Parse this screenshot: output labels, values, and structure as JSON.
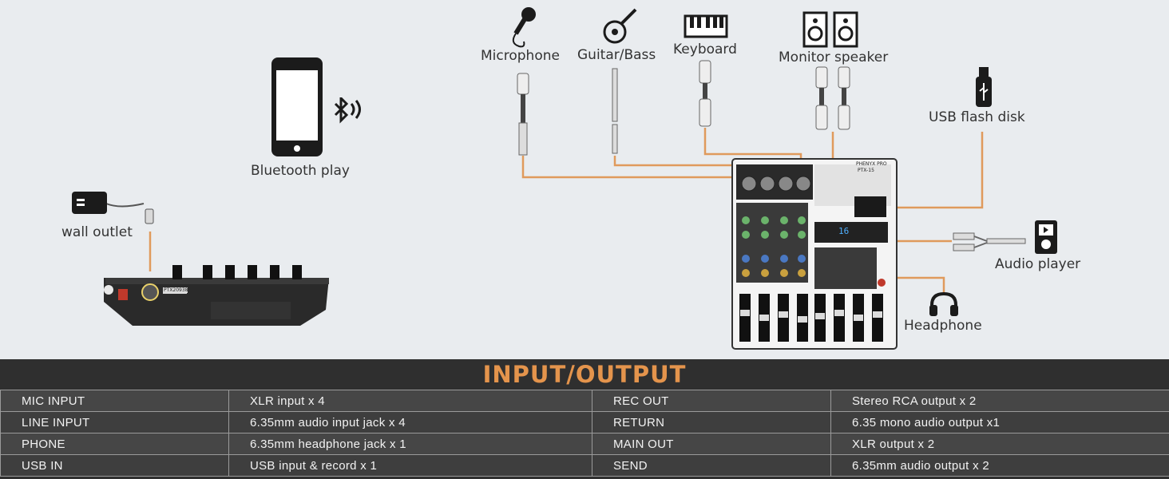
{
  "labels": {
    "microphone": "Microphone",
    "guitar_bass": "Guitar/Bass",
    "keyboard": "Keyboard",
    "monitor_speaker": "Monitor speaker",
    "usb_flash_disk": "USB flash disk",
    "bluetooth_play": "Bluetooth play",
    "wall_outlet": "wall outlet",
    "audio_player": "Audio player",
    "headphone": "Headphone"
  },
  "mixer": {
    "brand": "PHENYX PRO",
    "model": "PTX-15",
    "display_value": "16",
    "rear_panel_tag": "PTX20938"
  },
  "colors": {
    "wire": "#e09a5c",
    "band_bg": "#2f2f2f",
    "title": "#e4944c"
  },
  "section_title": "INPUT/OUTPUT",
  "specs": [
    [
      "MIC INPUT",
      "XLR input x 4",
      "REC OUT",
      "Stereo RCA output x 2"
    ],
    [
      "LINE INPUT",
      "6.35mm audio input jack x 4",
      "RETURN",
      "6.35 mono audio output x1"
    ],
    [
      "PHONE",
      "6.35mm headphone jack x 1",
      "MAIN OUT",
      "XLR output x 2"
    ],
    [
      "USB IN",
      "USB input & record x 1",
      "SEND",
      "6.35mm audio output x 2"
    ]
  ]
}
